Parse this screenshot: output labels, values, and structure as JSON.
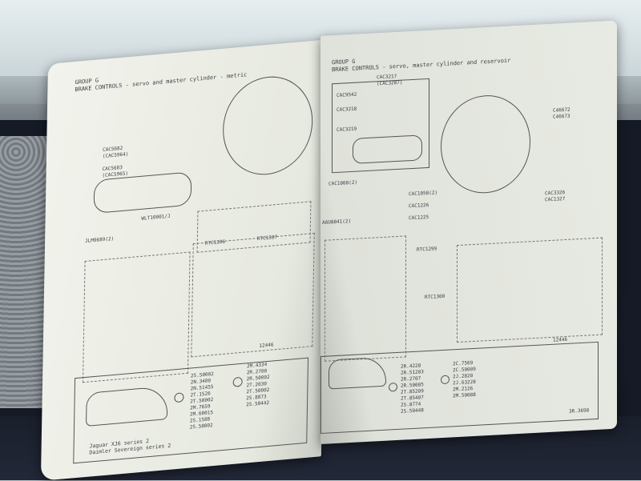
{
  "scene": {
    "description": "Photo of an open Jaguar/Daimler parts catalogue showing brake controls exploded diagrams"
  },
  "left_page": {
    "group": "GROUP G",
    "title": "BRAKE CONTROLS - servo and master cylinder - metric",
    "callouts": [
      "CAC5682",
      "(CAC5964)",
      "CAC5683",
      "(CAC5965)",
      "WLT10001/J",
      "JLM9689(2)",
      "RTC1306",
      "RTC1307",
      "12446"
    ],
    "parts_col1": [
      "2S.50002",
      "2N.3480",
      "2N.51455",
      "2T.1526",
      "2T.50002",
      "2M.7659",
      "2M.60015",
      "2S.1588",
      "2S.50002"
    ],
    "parts_col2": [
      "2M.4334",
      "2R.2700",
      "2R.50002",
      "2T.2030",
      "2T.50002",
      "2S.8873",
      "2S.50442"
    ],
    "model_line1": "Jaguar XJ6 series 2",
    "model_line2": "Daimler Sovereign series 2"
  },
  "right_page": {
    "group": "GROUP G",
    "title": "BRAKE CONTROLS - servo, master cylinder and reservoir",
    "callouts": [
      "CAC3217",
      "(CAC3287)",
      "CAC9542",
      "CAC3218",
      "CAC3219",
      "CAC1068(2)",
      "CAC1058(2)",
      "CAC1226",
      "CAC1225",
      "RTC1299",
      "RTC1300",
      "C46672",
      "C46673",
      "CAC3326",
      "CAC1327",
      "12446",
      "AAU8841(2)"
    ],
    "parts_col1": [
      "2R.4228",
      "2R.51203",
      "2R.2707",
      "2R.50005",
      "2T.85209",
      "2T.85407",
      "2S.8774",
      "2S.50448"
    ],
    "parts_col2": [
      "2C.7569",
      "2C.50009",
      "2J.2820",
      "2J.63228",
      "2M.2126",
      "2M.50088"
    ],
    "page_ref": "3R.3698"
  }
}
